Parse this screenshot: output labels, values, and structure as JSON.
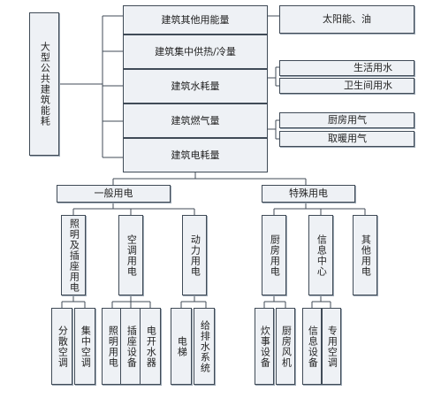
{
  "root": {
    "label": "大型公共建筑能耗"
  },
  "categories": [
    {
      "label": "建筑其他用能量"
    },
    {
      "label": "建筑集中供热/冷量"
    },
    {
      "label": "建筑水耗量"
    },
    {
      "label": "建筑燃气量"
    },
    {
      "label": "建筑电耗量"
    }
  ],
  "details": [
    {
      "label": "太阳能、油"
    },
    {
      "label": "生活用水"
    },
    {
      "label": "卫生间用水"
    },
    {
      "label": "厨房用气"
    },
    {
      "label": "取暖用气"
    }
  ],
  "electricity": {
    "general": {
      "label": "一般用电"
    },
    "special": {
      "label": "特殊用电"
    }
  },
  "general_items": [
    {
      "label": "照明及插座用电"
    },
    {
      "label": "空调用电"
    },
    {
      "label": "动力用电"
    }
  ],
  "special_items": [
    {
      "label": "厨房用电"
    },
    {
      "label": "信息中心"
    },
    {
      "label": "其他用电"
    }
  ],
  "leaves": [
    {
      "label": "分散空调"
    },
    {
      "label": "集中空调"
    },
    {
      "label": "照明用电"
    },
    {
      "label": "插座设备"
    },
    {
      "label": "电开水器"
    },
    {
      "label": "电梯"
    },
    {
      "label": "给排水系统"
    },
    {
      "label": "炊事设备"
    },
    {
      "label": "厨房风机"
    },
    {
      "label": "信息设备"
    },
    {
      "label": "专用空调"
    }
  ],
  "colors": {
    "box_fill": "#eef1f5",
    "line": "#404b57"
  }
}
